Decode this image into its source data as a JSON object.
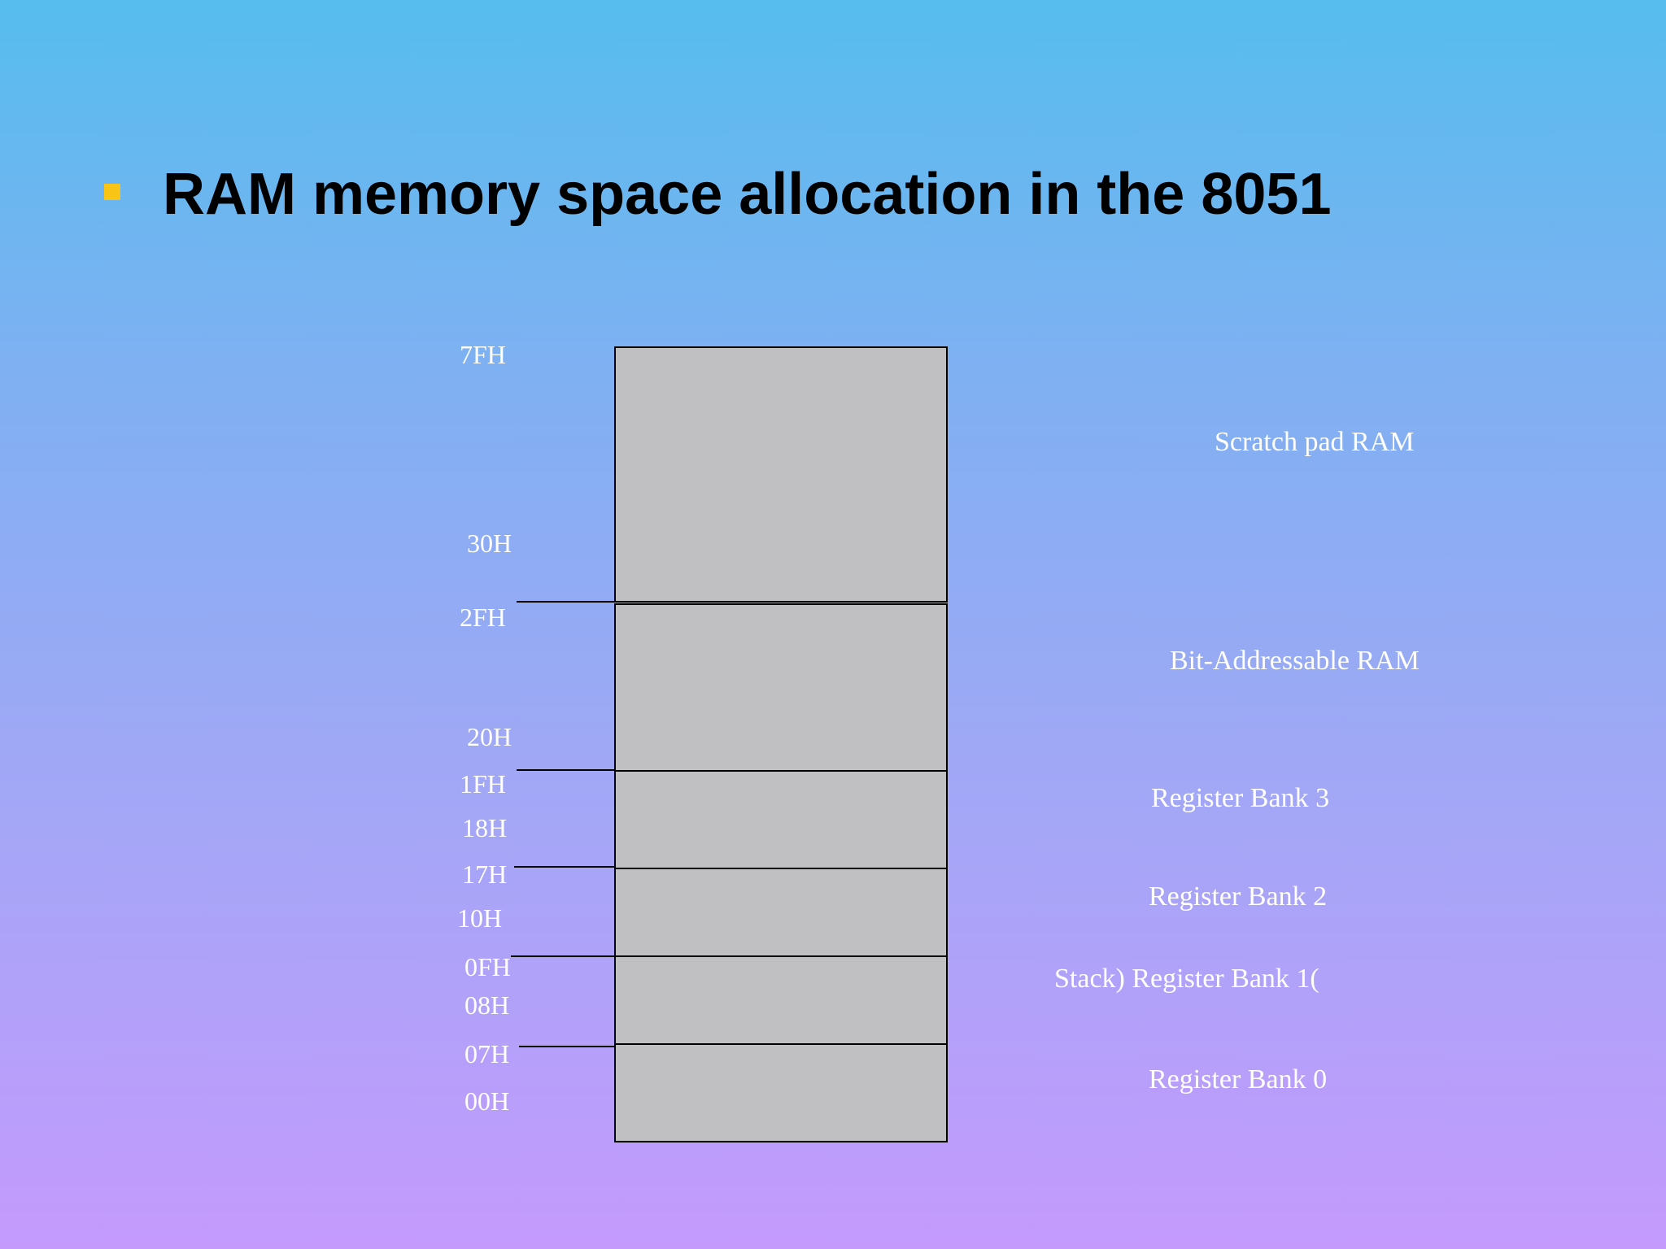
{
  "slide": {
    "title": "RAM memory space allocation in the 8051",
    "bullet_color": "#f8c416"
  },
  "memory_map": {
    "block_fill": "#c0c0c2",
    "address_labels": [
      {
        "key": "a7fh",
        "text": "7FH"
      },
      {
        "key": "a30h",
        "text": "30H"
      },
      {
        "key": "a2fh",
        "text": "2FH"
      },
      {
        "key": "a20h",
        "text": "20H"
      },
      {
        "key": "a1fh",
        "text": "1FH"
      },
      {
        "key": "a18h",
        "text": "18H"
      },
      {
        "key": "a17h",
        "text": "17H"
      },
      {
        "key": "a10h",
        "text": "10H"
      },
      {
        "key": "a0fh",
        "text": "0FH"
      },
      {
        "key": "a08h",
        "text": "08H"
      },
      {
        "key": "a07h",
        "text": "07H"
      },
      {
        "key": "a00h",
        "text": "00H"
      }
    ],
    "regions": [
      {
        "key": "scratch",
        "label": "Scratch pad RAM"
      },
      {
        "key": "bitaddr",
        "label": "Bit-Addressable RAM"
      },
      {
        "key": "bank3",
        "label": "Register Bank 3"
      },
      {
        "key": "bank2",
        "label": "Register Bank 2"
      },
      {
        "key": "bank1",
        "label": "Stack)  Register Bank 1("
      },
      {
        "key": "bank0",
        "label": "Register Bank 0"
      }
    ]
  }
}
